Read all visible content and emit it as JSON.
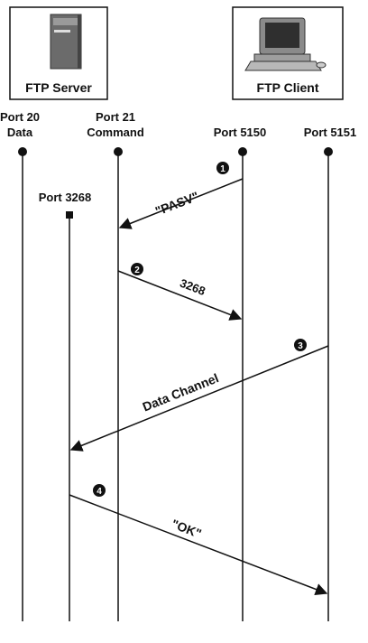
{
  "server": {
    "label": "FTP Server"
  },
  "client": {
    "label": "FTP Client"
  },
  "ports": {
    "p20_line1": "Port 20",
    "p20_line2": "Data",
    "p21_line1": "Port 21",
    "p21_line2": "Command",
    "p5150": "Port 5150",
    "p5151": "Port 5151",
    "p3268": "Port 3268"
  },
  "messages": {
    "m1": "\"PASV\"",
    "m2": "3268",
    "m3": "Data Channel",
    "m4": "\"OK\""
  },
  "steps": {
    "s1": "1",
    "s2": "2",
    "s3": "3",
    "s4": "4"
  },
  "colors": {
    "line": "#111111",
    "box_border": "#111111",
    "server_gray": "#6b6b6b"
  }
}
